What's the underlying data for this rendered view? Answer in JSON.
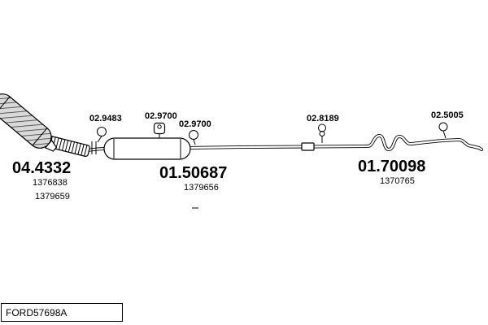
{
  "colors": {
    "line": "#000000",
    "background": "#ffffff",
    "converter_fill": "#d9d9d9"
  },
  "fasteners": [
    {
      "code": "02.9483",
      "icon": "clamp-ring-icon"
    },
    {
      "code": "02.9700",
      "icon": "rubber-hanger-icon"
    },
    {
      "code": "02.9700",
      "icon": "clamp-ring-icon"
    },
    {
      "code": "02.8189",
      "icon": "rubber-hanger-icon"
    },
    {
      "code": "02.5005",
      "icon": "clamp-ring-icon"
    }
  ],
  "parts": [
    {
      "code": "04.4332",
      "oe_refs": [
        "1376838",
        "1379659"
      ]
    },
    {
      "code": "01.50687",
      "oe_refs": [
        "1379656"
      ]
    },
    {
      "code": "01.70098",
      "oe_refs": [
        "1370765"
      ]
    }
  ],
  "footer": {
    "diagram_code": "FORD57698A"
  }
}
